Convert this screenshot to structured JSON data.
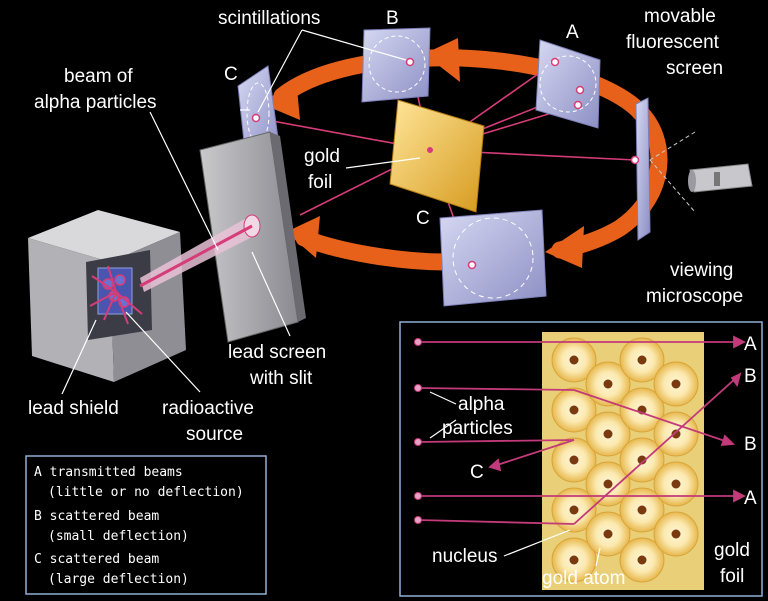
{
  "labels": {
    "scintillations": "scintillations",
    "screen_b": "B",
    "screen_a": "A",
    "movable_1": "movable",
    "movable_2": "fluorescent",
    "movable_3": "screen",
    "screen_c_upper": "C",
    "beam_1": "beam of",
    "beam_2": "alpha particles",
    "gold_foil_1": "gold",
    "gold_foil_2": "foil",
    "screen_c_lower": "C",
    "viewing_1": "viewing",
    "viewing_2": "microscope",
    "lead_screen_1": "lead screen",
    "lead_screen_2": "with slit",
    "lead_shield": "lead shield",
    "radio_1": "radioactive",
    "radio_2": "source"
  },
  "legend": {
    "line1": "A transmitted beams",
    "line2": "(little or no deflection)",
    "line3": "B scattered beam",
    "line4": "(small deflection)",
    "line5": "C scattered beam",
    "line6": "(large deflection)"
  },
  "inset": {
    "label_a_top": "A",
    "label_b_top": "B",
    "alpha_1": "alpha",
    "alpha_2": "particles",
    "label_b_mid": "B",
    "label_c": "C",
    "label_a_bottom": "A",
    "nucleus": "nucleus",
    "gold_atom": "gold atom",
    "gold_foil_1": "gold",
    "gold_foil_2": "foil"
  },
  "colors": {
    "arrow": "#f06a1e",
    "beam": "#d63c78",
    "screen": "#b5b7e0",
    "foil": "#f0c94a",
    "panel_border": "#8fb0d8"
  }
}
